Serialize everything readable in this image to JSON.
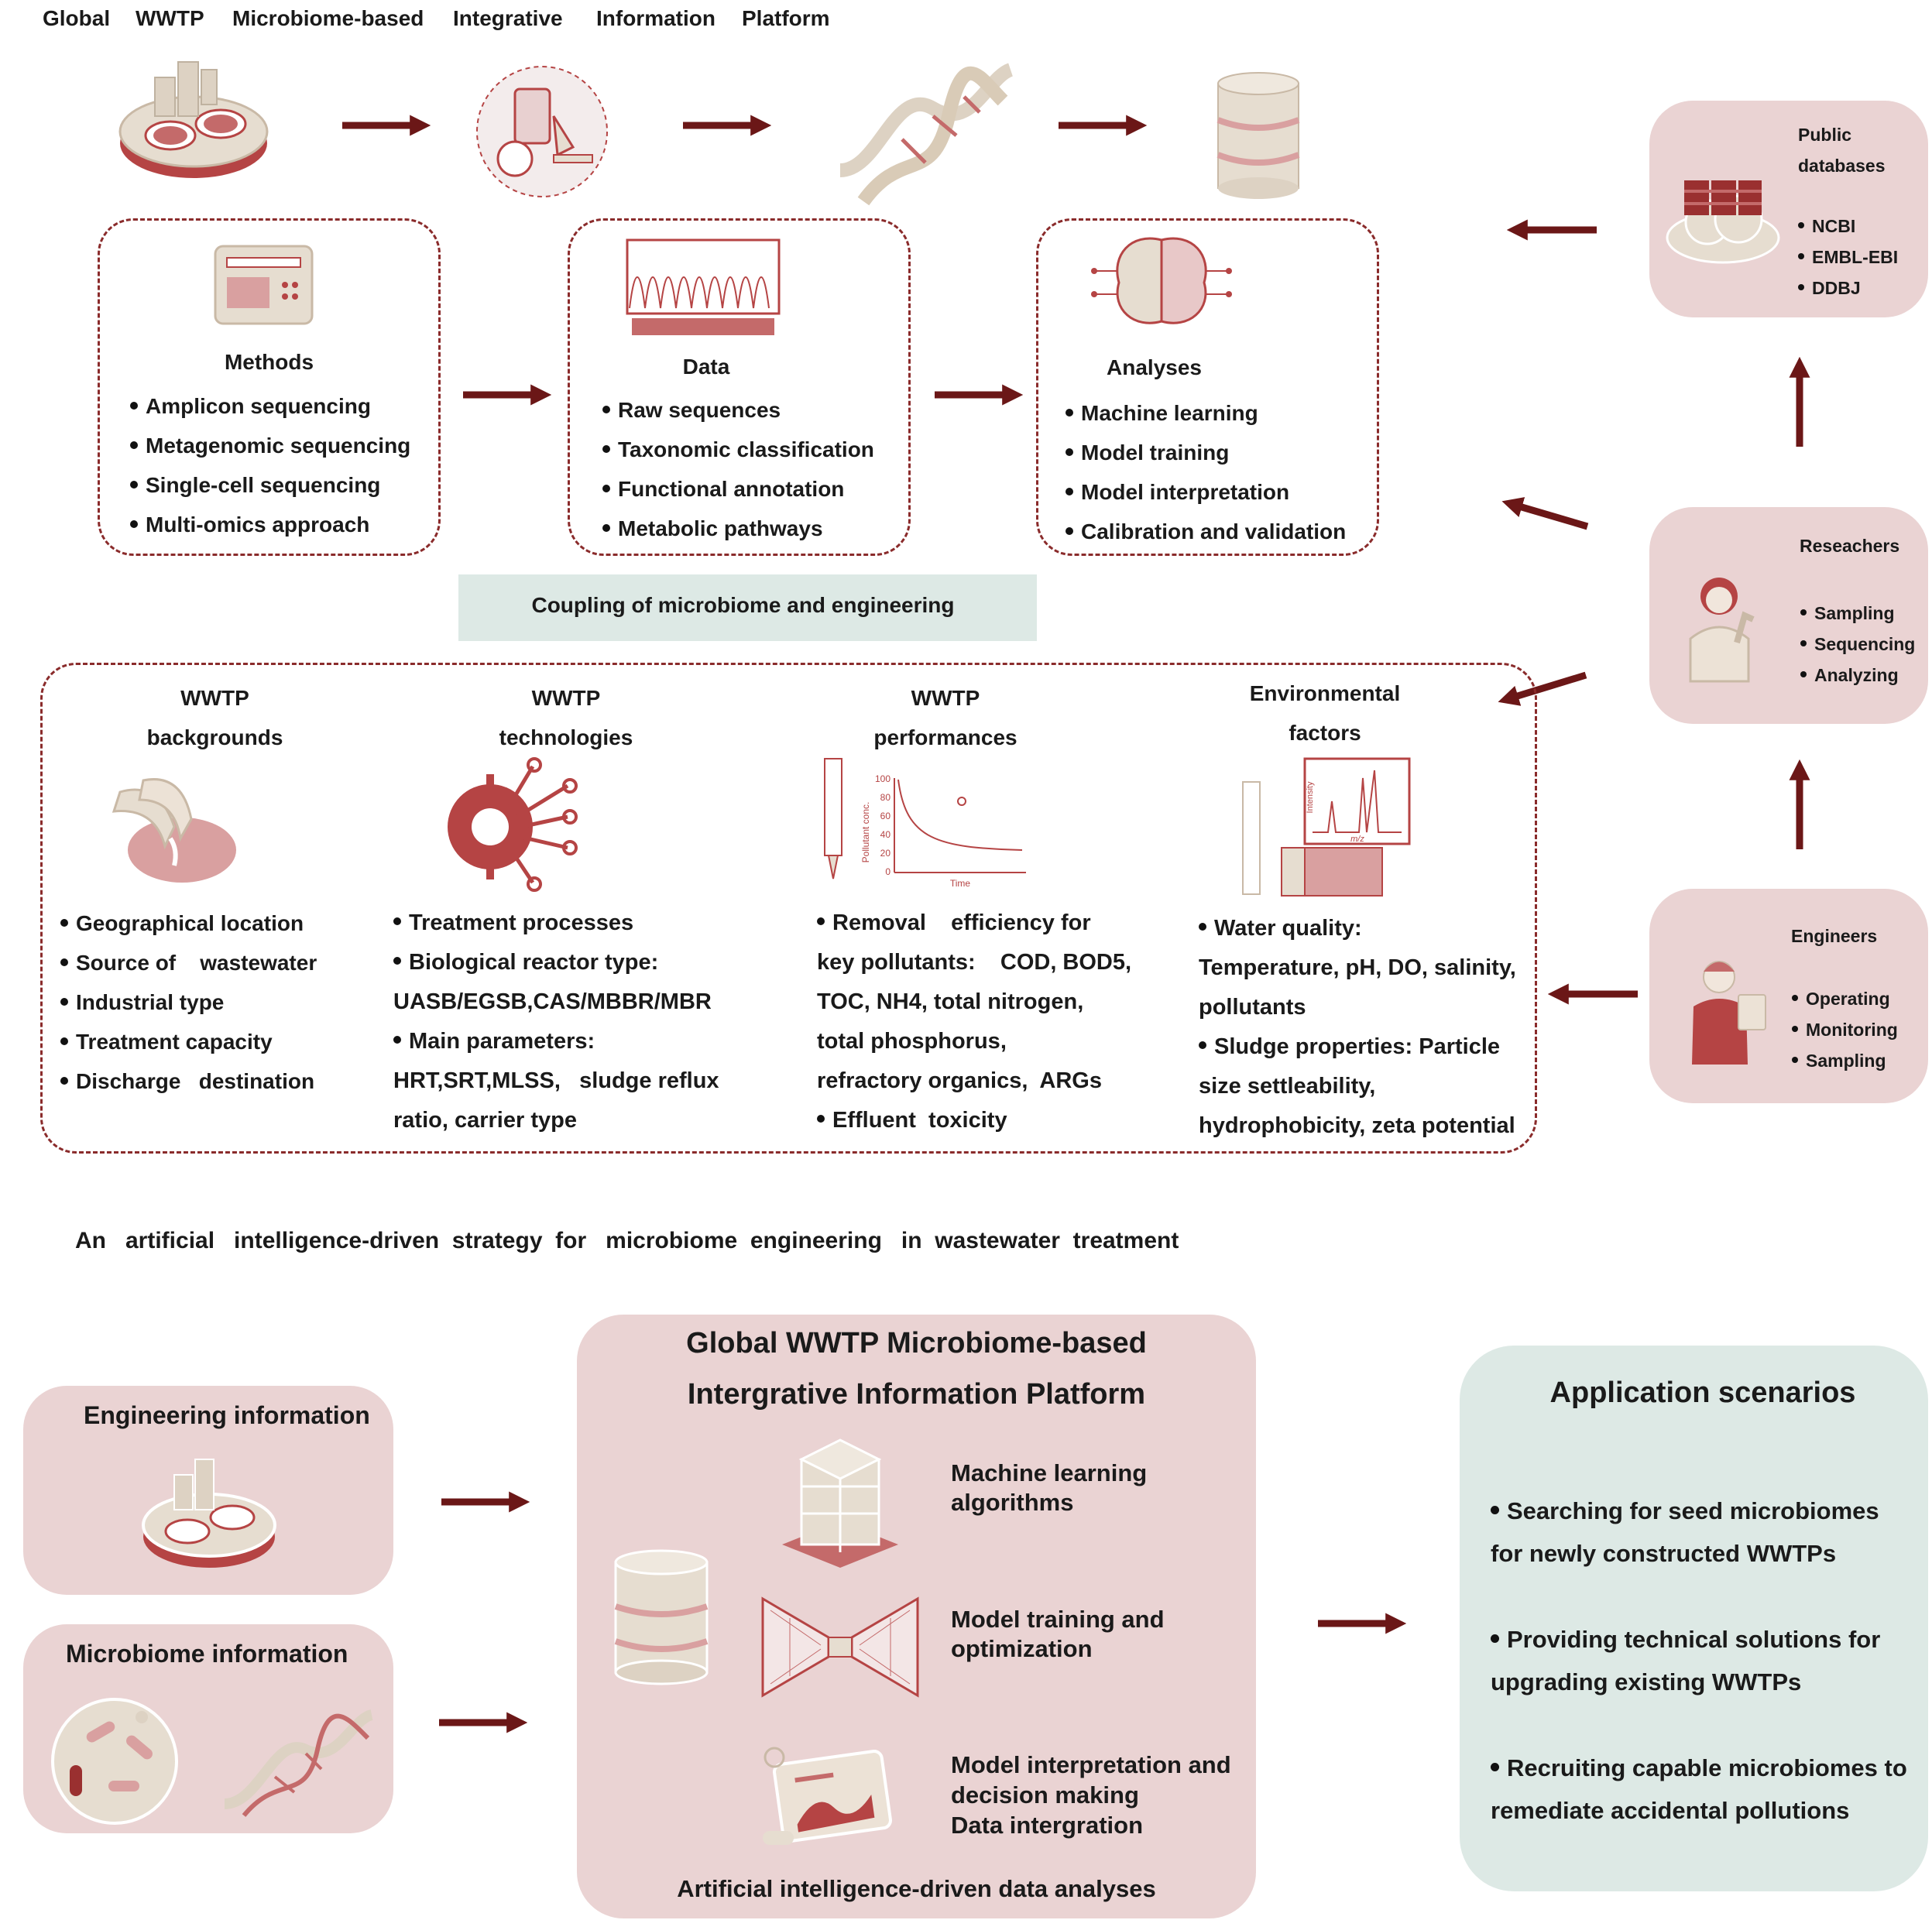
{
  "top_title": [
    "Global",
    "WWTP",
    "Microbiome-based",
    "Integrative",
    "Information",
    "Platform"
  ],
  "methods": {
    "title": "Methods",
    "items": [
      "Amplicon sequencing",
      "Metagenomic sequencing",
      "Single-cell sequencing",
      "Multi-omics approach"
    ]
  },
  "data_box": {
    "title": "Data",
    "items": [
      "Raw sequences",
      "Taxonomic classification",
      "Functional annotation",
      "Metabolic pathways"
    ]
  },
  "analyses": {
    "title": "Analyses",
    "items": [
      "Machine learning",
      "Model training",
      "Model interpretation",
      "Calibration and validation"
    ]
  },
  "public_db": {
    "title_lines": [
      "Public",
      "databases"
    ],
    "items": [
      "NCBI",
      "EMBL-EBI",
      "DDBJ"
    ]
  },
  "researchers": {
    "title": "Reseachers",
    "items": [
      "Sampling",
      "Sequencing",
      "Analyzing"
    ]
  },
  "engineers": {
    "title": "Engineers",
    "items": [
      "Operating",
      "Monitoring",
      "Sampling"
    ]
  },
  "coupling_label": "Coupling of microbiome and engineering",
  "backgrounds": {
    "title_lines": [
      "WWTP",
      "backgrounds"
    ],
    "items": [
      "Geographical location",
      "Source of    wastewater",
      "Industrial type",
      "Treatment capacity",
      "Discharge   destination"
    ]
  },
  "technologies": {
    "title_lines": [
      "WWTP",
      "technologies"
    ],
    "lines": [
      "Treatment processes",
      "Biological reactor type:",
      "UASB/EGSB,CAS/MBBR/MBR",
      "Main parameters:",
      "HRT,SRT,MLSS,   sludge reflux",
      "ratio, carrier type"
    ]
  },
  "performances": {
    "title_lines": [
      "WWTP",
      "performances"
    ],
    "lines": [
      "Removal    efficiency for",
      "key pollutants:    COD, BOD5,",
      "TOC, NH4, total nitrogen,",
      "total phosphorus,",
      "refractory organics,  ARGs",
      "Effluent  toxicity"
    ],
    "chart_labels": {
      "y": "Pollutant conc.",
      "x": "Time",
      "ticks": [
        "100",
        "80",
        "60",
        "40",
        "20",
        "0"
      ]
    }
  },
  "environmental": {
    "title_lines": [
      "Environmental",
      "factors"
    ],
    "lines": [
      "Water quality:",
      "Temperature, pH, DO, salinity,",
      "pollutants",
      "Sludge properties: Particle",
      "size settleability,",
      "hydrophobicity, zeta potential"
    ],
    "spectrum_labels": {
      "y": "Intensity",
      "x": "m/z"
    }
  },
  "strategy_title": "An   artificial   intelligence-driven  strategy  for   microbiome  engineering   in  wastewater  treatment",
  "engineering_info": "Engineering information",
  "microbiome_info": "Microbiome information",
  "platform": {
    "title_lines": [
      "Global WWTP Microbiome-based",
      "Intergrative Information Platform"
    ],
    "ml": [
      "Machine learning",
      "algorithms"
    ],
    "train": [
      "Model training and",
      "optimization"
    ],
    "interp": [
      "Model interpretation and",
      "decision making",
      "Data intergration"
    ],
    "footer": "Artificial intelligence-driven data analyses"
  },
  "applications": {
    "title": "Application scenarios",
    "items": [
      [
        "Searching for seed microbiomes",
        "for newly constructed WWTPs"
      ],
      [
        "Providing technical solutions for",
        "upgrading existing WWTPs"
      ],
      [
        "Recruiting capable microbiomes to",
        "remediate accidental pollutions"
      ]
    ]
  },
  "colors": {
    "arrow": "#6b1717",
    "accent": "#b54444",
    "pink_bg": "#ead3d3",
    "teal_bg": "#dde9e5",
    "cream": "#e6ddd0"
  }
}
